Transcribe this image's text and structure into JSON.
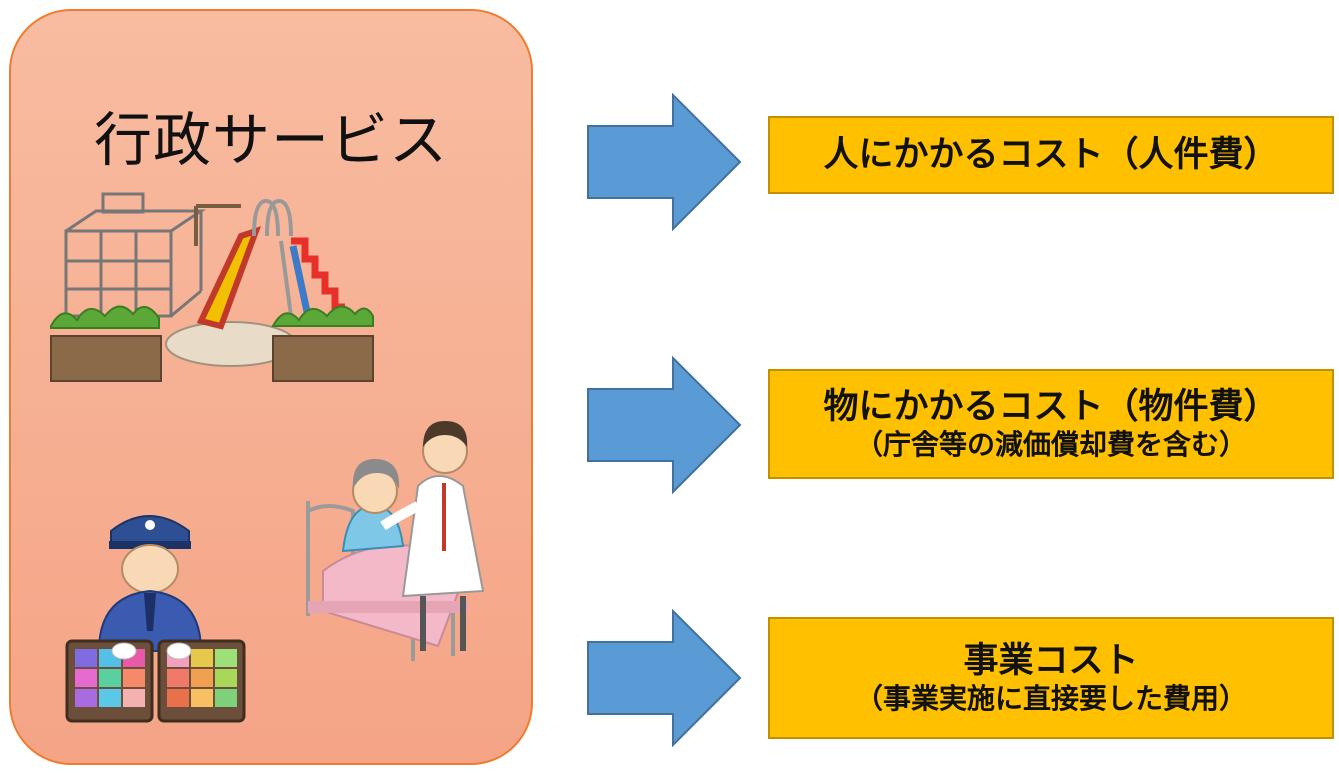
{
  "service_panel": {
    "title": "行政サービス"
  },
  "illustrations": {
    "playground": "playground-icon",
    "doctor_patient": "doctor-patient-icon",
    "officer": "officer-with-suitcase-icon"
  },
  "arrows": {
    "color": "#5B9BD5",
    "icon": "right-arrow-icon"
  },
  "costs": [
    {
      "main": "人にかかるコスト（人件費）",
      "sub": ""
    },
    {
      "main": "物にかかるコスト（物件費）",
      "sub": "（庁舎等の減価償却費を含む）"
    },
    {
      "main": "事業コスト",
      "sub": "（事業実施に直接要した費用）"
    }
  ],
  "colors": {
    "panel": "#F6AE92",
    "panel_border": "#ED7D31",
    "box": "#FFC000",
    "box_border": "#C09000"
  }
}
